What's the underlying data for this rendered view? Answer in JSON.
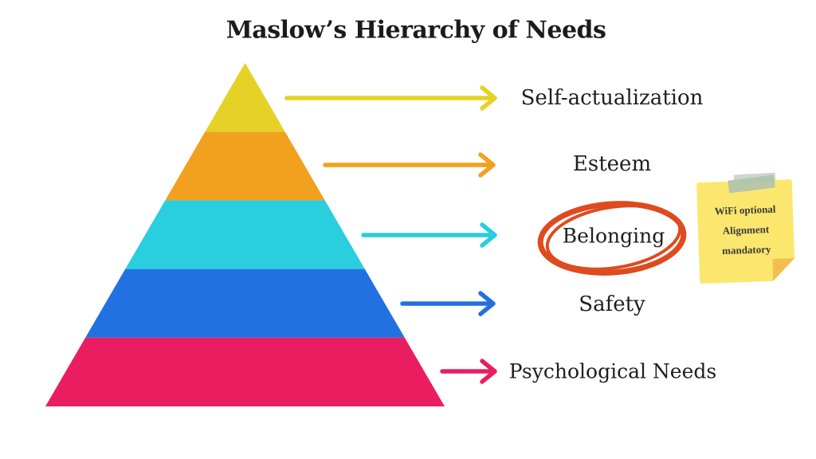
{
  "title": "Maslow’s Hierarchy of Needs",
  "pyramid": {
    "levels": [
      {
        "name": "Self-actualization",
        "color": "#E6D226"
      },
      {
        "name": "Esteem",
        "color": "#F2A11E"
      },
      {
        "name": "Belonging",
        "color": "#29CEDF"
      },
      {
        "name": "Safety",
        "color": "#2271E0"
      },
      {
        "name": "Psychological Needs",
        "color": "#EB1D61"
      }
    ]
  },
  "highlight": {
    "around": "Belonging",
    "color": "#DD4B1E"
  },
  "sticky_note": {
    "lines": [
      "WiFi optional",
      "Alignment",
      "mandatory"
    ],
    "background": "#FBE76D",
    "fold_color": "#F3BE4D",
    "tape_color": "#AFC3AD",
    "text_color": "#3B3B3B"
  }
}
